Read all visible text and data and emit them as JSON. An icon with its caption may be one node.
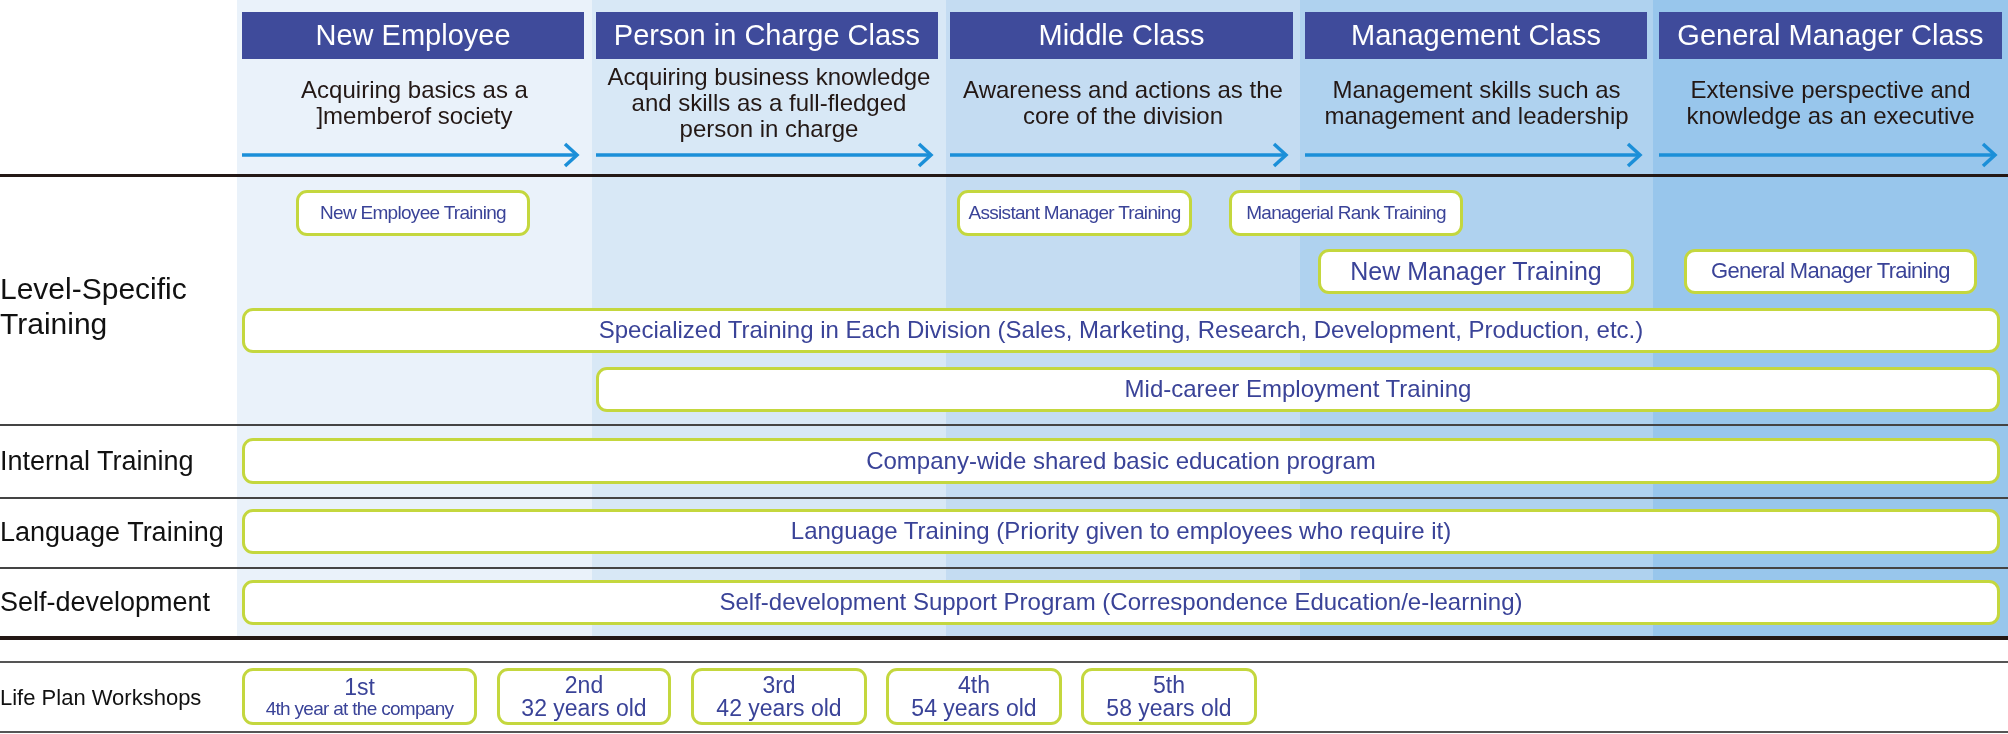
{
  "diagram": {
    "nodes": [
      {
        "text": [
          "New Employee"
        ],
        "beside": [
          "Acquiring basics as a ]memberof society"
        ]
      },
      {
        "text": [
          "Person in Charge Class"
        ],
        "beside": [
          "Acquiring business knowledge and skills as a full-fledged person in charge"
        ]
      },
      {
        "text": [
          "Middle Class"
        ],
        "beside": [
          "Awareness and actions as the core of the division"
        ]
      },
      {
        "text": [
          "Management Class"
        ],
        "beside": [
          "Management skills such as management and leadership"
        ]
      },
      {
        "text": [
          "General Manager Class"
        ],
        "beside": [
          "Extensive perspective and knowledge as an executive"
        ]
      },
      {
        "text": [
          "New Employee Training"
        ]
      },
      {
        "text": [
          "Assistant Manager Training"
        ]
      },
      {
        "text": [
          "Managerial Rank Training"
        ]
      },
      {
        "text": [
          "New Manager Training"
        ]
      },
      {
        "text": [
          "General Manager Training"
        ]
      },
      {
        "text": [
          "Specialized Training in Each Division (Sales, Marketing, Research, Development, Production, etc.)"
        ]
      },
      {
        "text": [
          "Mid-career Employment Training"
        ]
      },
      {
        "text": [
          "Company-wide shared basic education program"
        ]
      },
      {
        "text": [
          "Language Training (Priority given to employees who require it)"
        ]
      },
      {
        "text": [
          "Self-development Support Program (Correspondence Education/e-learning)"
        ]
      },
      {
        "text": [
          "1st",
          "4th year at the company"
        ]
      },
      {
        "text": [
          "2nd",
          "32 years old"
        ]
      },
      {
        "text": [
          "3rd",
          "42 years old"
        ]
      },
      {
        "text": [
          "4th",
          "54 years old"
        ]
      },
      {
        "text": [
          "5th",
          "58 years old"
        ]
      }
    ],
    "labels": [
      "Level-Specific Training",
      "Internal Training",
      "Language Training",
      "Self-development",
      "Life Plan Workshops"
    ]
  }
}
